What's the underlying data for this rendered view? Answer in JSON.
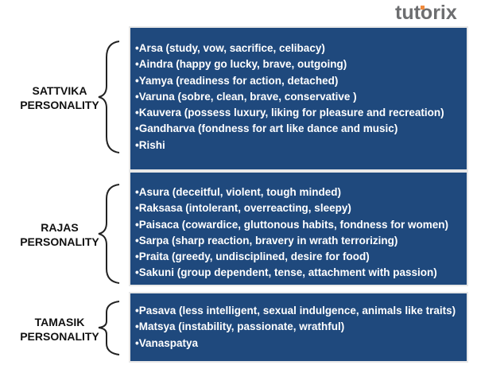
{
  "logo": "tutorix",
  "sections": [
    {
      "label1": "SATTVIKA",
      "label2": "PERSONALITY",
      "items": [
        "•Arsa (study, vow, sacrifice, celibacy)",
        "•Aindra (happy go lucky, brave, outgoing)",
        "•Yamya (readiness for action, detached)",
        "•Varuna (sobre, clean, brave, conservative )",
        "•Kauvera (possess luxury, liking for pleasure and recreation)",
        "•Gandharva (fondness for art like dance and music)",
        "•Rishi"
      ]
    },
    {
      "label1": "RAJAS",
      "label2": "PERSONALITY",
      "items": [
        "•Asura (deceitful, violent, tough minded)",
        "•Raksasa (intolerant, overreacting, sleepy)",
        "•Paisaca (cowardice, gluttonous habits, fondness for women)",
        "•Sarpa (sharp reaction, bravery in wrath terrorizing)",
        "•Praita (greedy, undisciplined, desire for food)",
        "•Sakuni (group dependent, tense, attachment with passion)"
      ]
    },
    {
      "label1": "TAMASIK",
      "label2": "PERSONALITY",
      "items": [
        "•Pasava (less intelligent, sexual indulgence, animals like traits)",
        "•Matsya (instability, passionate, wrathful)",
        "•Vanaspatya"
      ]
    }
  ]
}
